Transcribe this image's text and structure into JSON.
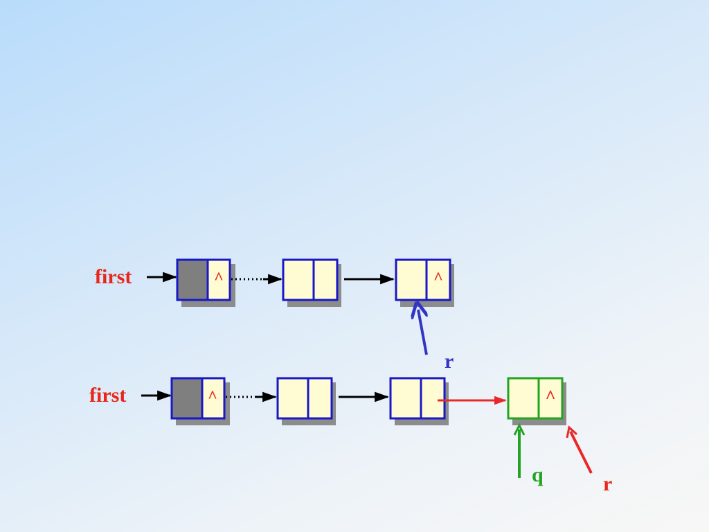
{
  "diagram": {
    "before": {
      "head_label": "first",
      "null_mark": "^",
      "tail_null_mark": "^",
      "tail_pointer": "r"
    },
    "after": {
      "head_label": "first",
      "null_mark": "^",
      "new_node_null_mark": "^",
      "new_pointer": "q",
      "tail_pointer": "r"
    }
  },
  "colors": {
    "head_label": "#e8261a",
    "node_border": "#1818c8",
    "node_fill": "#fffbd2",
    "head_fill": "#7f7f7f",
    "new_node_border": "#22a322",
    "new_link": "#e82828",
    "tail_pointer_before": "#3434c4",
    "q_pointer": "#22a322",
    "r_pointer_after": "#e8261a"
  }
}
